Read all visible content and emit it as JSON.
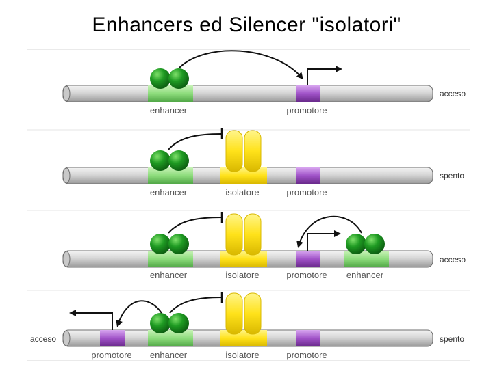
{
  "title": "Enhancers ed Silencer \"isolatori\"",
  "colors": {
    "enhancer": "#8ddc7c",
    "promoter": "#a052c8",
    "insulator": "#ffe21a",
    "protein": "#1e9a22",
    "dna": "#d4d4d4"
  },
  "rows": [
    {
      "status": "acceso",
      "labels": {
        "enhancer": "enhancer",
        "promoter": "promotore"
      }
    },
    {
      "status": "spento",
      "labels": {
        "enhancer": "enhancer",
        "insulator": "isolatore",
        "promoter": "promotore"
      }
    },
    {
      "status": "acceso",
      "labels": {
        "enhancer": "enhancer",
        "insulator": "isolatore",
        "promoter": "promotore",
        "enhancer2": "enhancer"
      }
    },
    {
      "status_left": "acceso",
      "status_right": "spento",
      "labels": {
        "promoter_left": "promotore",
        "enhancer": "enhancer",
        "insulator": "isolatore",
        "promoter": "promotore"
      }
    }
  ]
}
